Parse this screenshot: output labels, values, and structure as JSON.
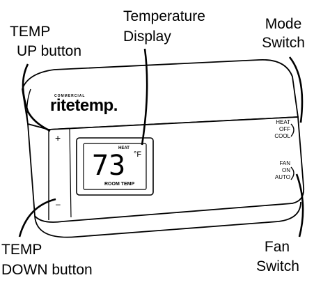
{
  "labels": {
    "temp_up_line1": "TEMP",
    "temp_up_line2": "UP  button",
    "temperature_line1": "Temperature",
    "temperature_line2": "Display",
    "mode_line1": "Mode",
    "mode_line2": "Switch",
    "temp_down_line1": "TEMP",
    "temp_down_line2": "DOWN  button",
    "fan_line1": "Fan",
    "fan_line2": "Switch"
  },
  "device": {
    "brand_top": "COMMERCIAL",
    "brand": "ritetemp.",
    "display_mode": "HEAT",
    "display_value": "73",
    "display_unit": "°F",
    "display_caption": "ROOM TEMP",
    "up_symbol": "+",
    "down_symbol": "–",
    "mode_options": [
      "HEAT",
      "OFF",
      "COOL"
    ],
    "fan_options": [
      "FAN",
      "ON",
      "AUTO"
    ]
  }
}
